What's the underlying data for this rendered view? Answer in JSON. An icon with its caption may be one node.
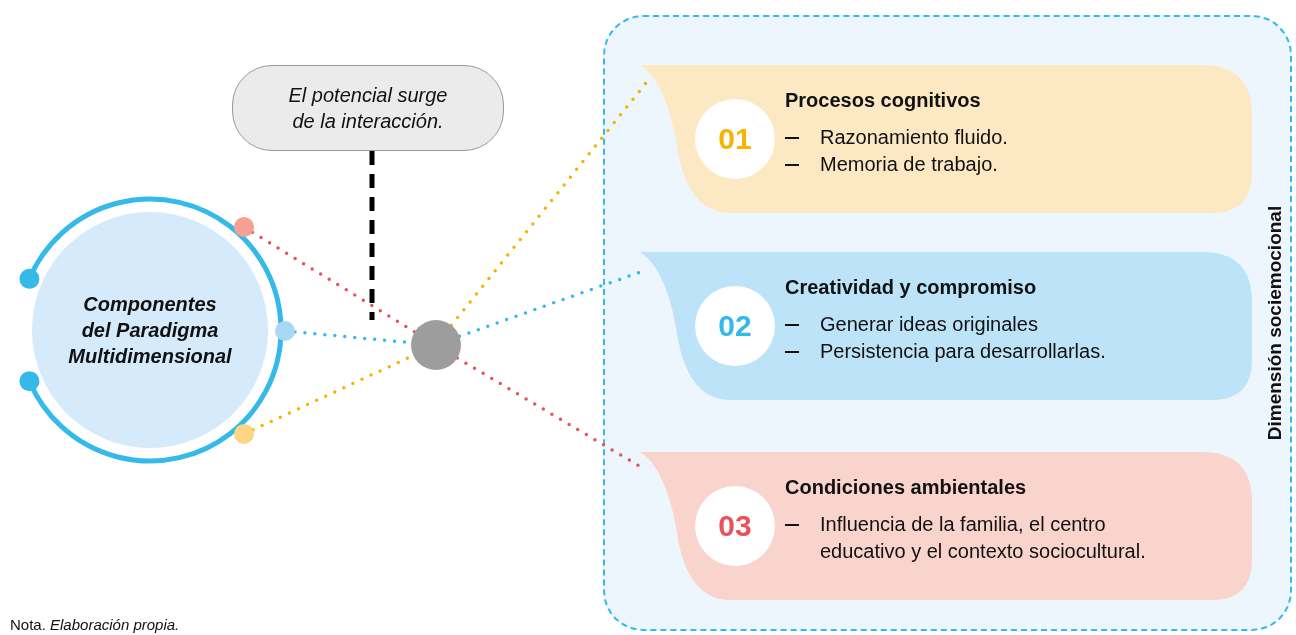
{
  "diagram": {
    "caption": "Nota. *Elaboración propia.*",
    "nodes": [
      {
        "text": [
          "Componentes del Paradigma Multidimensional"
        ]
      },
      {
        "text": [],
        "shape": "circle",
        "in": 0
      },
      {
        "text": [],
        "shape": "circle",
        "in": 0
      },
      {
        "text": [],
        "shape": "circle",
        "in": 0
      },
      {
        "text": [
          "El potencial surge de la interacción."
        ]
      },
      {
        "text": [],
        "shape": "circle"
      },
      {
        "text": [
          "Dimensión sociemocional"
        ]
      },
      {
        "text": [
          "01",
          "Procesos cognitivos",
          "Razonamiento fluido.",
          "Memoria de trabajo."
        ],
        "in": 6
      },
      {
        "text": [
          "02",
          "Creatividad y compromiso",
          "Generar ideas originales",
          "Persistencia para desarrollarlas."
        ],
        "in": 6
      },
      {
        "text": [
          "03",
          "Condiciones ambientales",
          "Influencia de la familia, el centro educativo y el contexto sociocultural."
        ],
        "in": 6
      }
    ],
    "edges": [
      {
        "from": 4,
        "to": 5,
        "arrow": "none",
        "style": "dashed",
        "color": "#000000"
      },
      {
        "from": 1,
        "to": 5,
        "arrow": "none",
        "color": "#e9525a"
      },
      {
        "from": 5,
        "to": 9,
        "arrow": "none",
        "color": "#e9525a"
      },
      {
        "from": 2,
        "to": 5,
        "arrow": "none",
        "color": "#35b9e9"
      },
      {
        "from": 5,
        "to": 8,
        "arrow": "none",
        "color": "#35b9e9"
      },
      {
        "from": 3,
        "to": 5,
        "arrow": "none",
        "color": "#f5b400"
      },
      {
        "from": 5,
        "to": 7,
        "arrow": "none",
        "color": "#f5b400"
      }
    ]
  }
}
